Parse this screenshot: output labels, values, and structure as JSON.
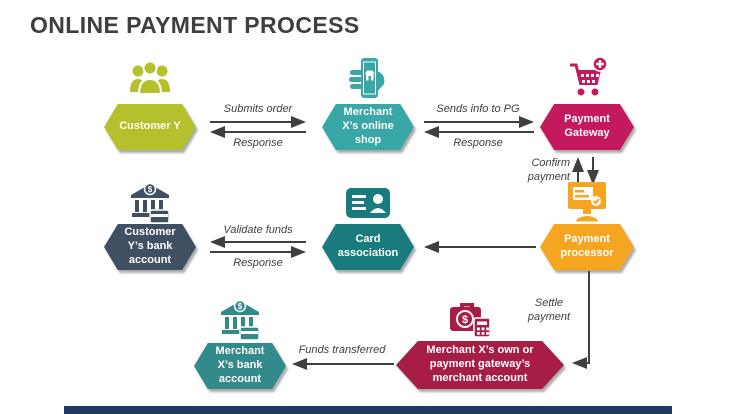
{
  "title": "ONLINE PAYMENT PROCESS",
  "nodes": [
    {
      "label": "Customer Y",
      "icon": "people-group-icon",
      "color": "#b4c02c"
    },
    {
      "label": "Merchant X’s online shop",
      "icon": "phone-in-hand-icon",
      "color": "#3aa7a7"
    },
    {
      "label": "Payment Gateway",
      "icon": "cart-plus-icon",
      "color": "#c4195c"
    },
    {
      "label": "Customer Y’s bank account",
      "icon": "bank-card-icon",
      "color": "#3f5063"
    },
    {
      "label": "Card association",
      "icon": "id-card-icon",
      "color": "#1a7b7c"
    },
    {
      "label": "Payment processor",
      "icon": "monitor-card-icon",
      "color": "#f5a51f"
    },
    {
      "label": "Merchant X’s own or payment gateway’s merchant account",
      "icon": "briefcase-calculator-icon",
      "color": "#a81d46"
    },
    {
      "label": "Merchant X’s bank account",
      "icon": "bank-card-icon",
      "color": "#338a8a"
    }
  ],
  "edge_labels": {
    "submits_order": "Submits order",
    "response_shop_to_customer": "Response",
    "sends_info_to_pg": "Sends info to PG",
    "response_gateway_to_shop": "Response",
    "confirm_payment": "Confirm payment",
    "validate_funds": "Validate funds",
    "response_bank_to_card": "Response",
    "settle_payment": "Settle payment",
    "funds_transferred": "Funds transferred"
  },
  "arrow_color": "#3f3f3f",
  "footer_bar_color": "#1f3864"
}
